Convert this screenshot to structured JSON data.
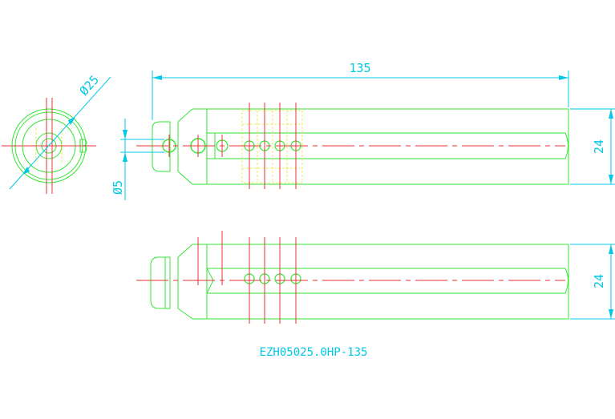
{
  "drawing": {
    "title": "EZH05025.0HP-135",
    "dimensions": {
      "overall_length": "135",
      "head_diameter": "Ø25",
      "hole_diameter": "Ø5",
      "height_top_view": "24",
      "height_bottom_view": "24"
    },
    "colors": {
      "outline": "#33e633",
      "centerline": "#e63333",
      "dimension": "#00c8e6",
      "hidden": "#e6e633"
    }
  }
}
